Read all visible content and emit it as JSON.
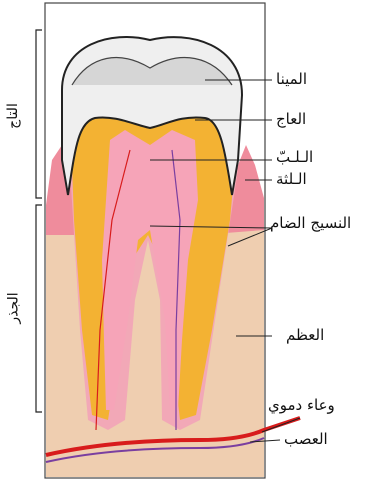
{
  "labels": {
    "enamel": "المينا",
    "dentin": "العاج",
    "pulp": "الـلـبّ",
    "gum": "الـلثة",
    "cementum": "النسيج الضام",
    "bone": "العظم",
    "blood_vessel": "وعاء دموي",
    "nerve": "العصب"
  },
  "regions": {
    "crown": "التاج",
    "root": "الجذر"
  },
  "colors": {
    "enamel": "#efefef",
    "dentin": "#f3b233",
    "pulp": "#f6a4b8",
    "gum": "#ef8c9c",
    "bone": "#efceb0",
    "vessel": "#d81c1c",
    "nerve": "#7a3fa0"
  }
}
